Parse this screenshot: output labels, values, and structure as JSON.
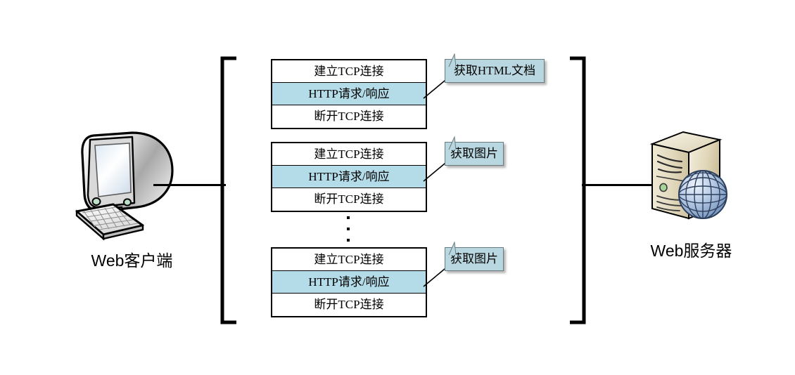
{
  "diagram": {
    "title": "HTTP short-connection (non-persistent) interaction between Web client and Web server",
    "colors": {
      "highlight_row": "#b3dbe8",
      "callout_fill": "#b9d7e0",
      "callout_border": "#6a7b80",
      "line": "#000000",
      "server_body": "#e8e0c8",
      "globe": "#9db8d8"
    },
    "client": {
      "label": "Web客户端",
      "icon": "crt-monitor-and-keyboard-icon"
    },
    "server": {
      "label": "Web服务器",
      "icon": "server-tower-with-globe-icon"
    },
    "ellipsis": "⋮",
    "transactions": [
      {
        "rows": [
          {
            "label": "建立TCP连接",
            "highlight": false
          },
          {
            "label": "HTTP请求/响应",
            "highlight": true
          },
          {
            "label": "断开TCP连接",
            "highlight": false
          }
        ],
        "callout": "获取HTML文档"
      },
      {
        "rows": [
          {
            "label": "建立TCP连接",
            "highlight": false
          },
          {
            "label": "HTTP请求/响应",
            "highlight": true
          },
          {
            "label": "断开TCP连接",
            "highlight": false
          }
        ],
        "callout": "获取图片"
      },
      {
        "rows": [
          {
            "label": "建立TCP连接",
            "highlight": false
          },
          {
            "label": "HTTP请求/响应",
            "highlight": true
          },
          {
            "label": "断开TCP连接",
            "highlight": false
          }
        ],
        "callout": "获取图片"
      }
    ]
  }
}
